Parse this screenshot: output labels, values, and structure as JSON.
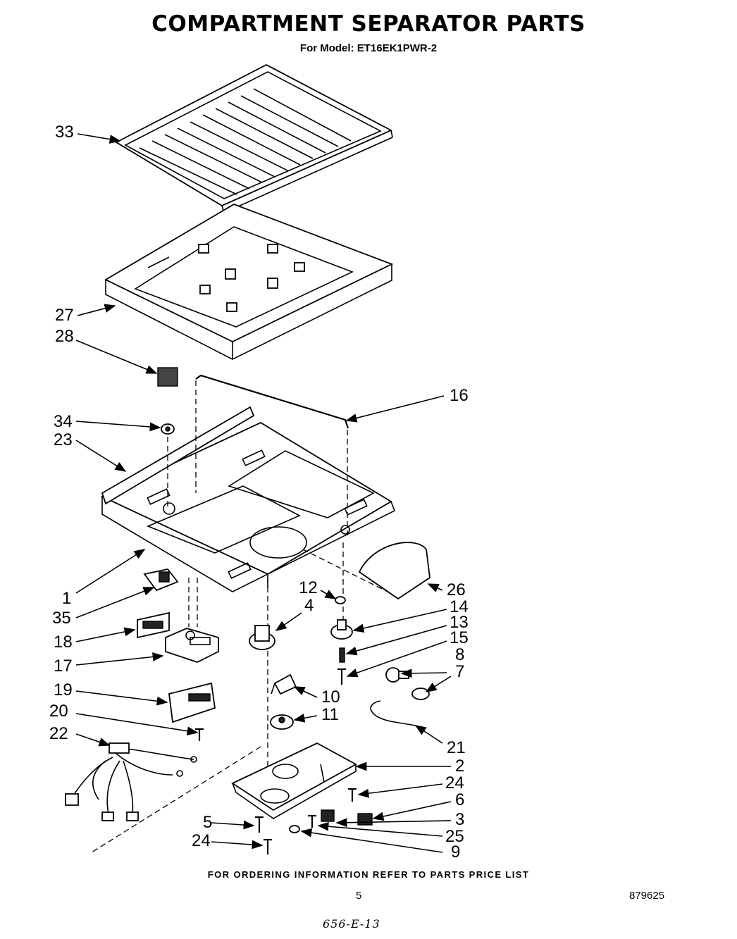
{
  "title": "COMPARTMENT SEPARATOR PARTS",
  "model": "For Model: ET16EK1PWR-2",
  "footer": "FOR ORDERING INFORMATION REFER TO PARTS PRICE LIST",
  "page_number": "5",
  "document_number": "879625",
  "handwritten_note": "656-E-13",
  "callouts": {
    "c33": "33",
    "c27": "27",
    "c28": "28",
    "c16": "16",
    "c34": "34",
    "c23": "23",
    "c1": "1",
    "c35": "35",
    "c12": "12",
    "c26": "26",
    "c4": "4",
    "c14": "14",
    "c13": "13",
    "c15": "15",
    "c18": "18",
    "c17": "17",
    "c8": "8",
    "c7": "7",
    "c19": "19",
    "c10": "10",
    "c11": "11",
    "c20": "20",
    "c21": "21",
    "c22": "22",
    "c2": "2",
    "c24a": "24",
    "c6": "6",
    "c5": "5",
    "c3": "3",
    "c25": "25",
    "c24b": "24",
    "c9": "9"
  }
}
